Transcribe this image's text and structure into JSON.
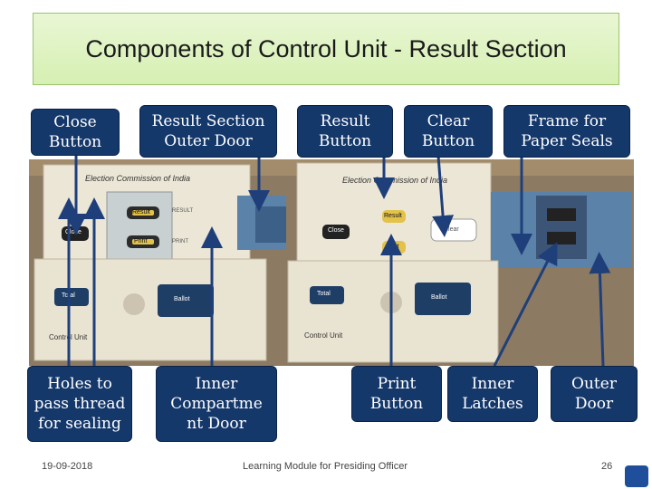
{
  "title": "Components of Control Unit - Result Section",
  "labels": {
    "close_button": "Close Button",
    "result_section_outer_door": "Result Section Outer Door",
    "result_button": "Result Button",
    "clear_button": "Clear Button",
    "frame_paper_seals": "Frame for Paper Seals",
    "holes_thread": "Holes to pass thread for sealing",
    "inner_compartment_door": "Inner Compartme nt Door",
    "print_button": "Print Button",
    "inner_latches": "Inner Latches",
    "outer_door": "Outer Door"
  },
  "photo_left": {
    "header": "Election Commission of India",
    "btn_close": "Close",
    "btn_result": "Result",
    "btn_print": "Print",
    "lbl_result": "RESULT",
    "lbl_print": "PRINT",
    "btn_total": "Total",
    "btn_ballot": "Ballot",
    "brand": "Control Unit"
  },
  "photo_right": {
    "header": "Election Commission of India",
    "btn_close": "Close",
    "btn_result": "Result",
    "btn_print": "Print",
    "btn_clear": "Clear",
    "btn_total": "Total",
    "btn_ballot": "Ballot",
    "brand": "Control Unit"
  },
  "footer": {
    "date": "19-09-2018",
    "center": "Learning Module for Presiding Officer",
    "page": "26"
  },
  "colors": {
    "label_bg": "#15386b",
    "arrow": "#1f3f7a",
    "title_bg": "#dff2c4"
  }
}
